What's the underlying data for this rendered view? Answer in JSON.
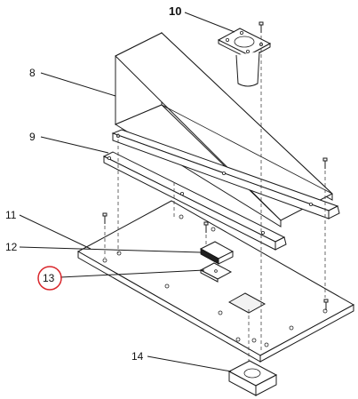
{
  "callouts": {
    "c8": "8",
    "c9": "9",
    "c10": "10",
    "c11": "11",
    "c12": "12",
    "c13": "13",
    "c14": "14"
  },
  "highlight_color": "#d9262b"
}
